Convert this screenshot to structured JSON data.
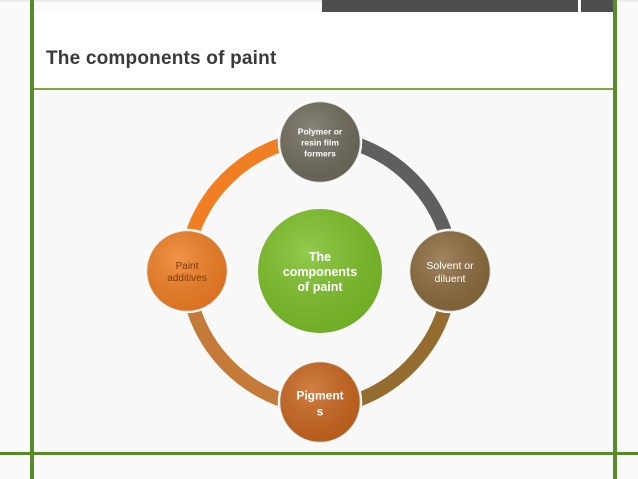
{
  "slide": {
    "title": "The components of paint"
  },
  "diagram": {
    "center": {
      "lines": [
        "The",
        "components",
        "of paint"
      ],
      "color": "#7cc027"
    },
    "nodes": [
      {
        "id": "top",
        "lines": [
          "Polymer or",
          "resin film",
          "formers"
        ],
        "color": "#6f6a5c",
        "text_color": "#ffffff",
        "bold": true
      },
      {
        "id": "right",
        "lines": [
          "Solvent or",
          "diluent"
        ],
        "color": "#8a6a3c",
        "text_color": "#ffffff",
        "bold": false
      },
      {
        "id": "bottom",
        "lines": [
          "Pigment",
          "s"
        ],
        "color": "#c8651d",
        "text_color": "#ffffff",
        "bold": true
      },
      {
        "id": "left",
        "lines": [
          "Paint",
          "additives"
        ],
        "color": "#f07e22",
        "text_color": "#7a3a0a",
        "bold": false
      }
    ],
    "arc_colors": {
      "top_to_right": "#5f5f5f",
      "right_to_bottom": "#946c2f",
      "bottom_to_left": "#c47a38",
      "left_to_top": "#f07e22"
    }
  }
}
